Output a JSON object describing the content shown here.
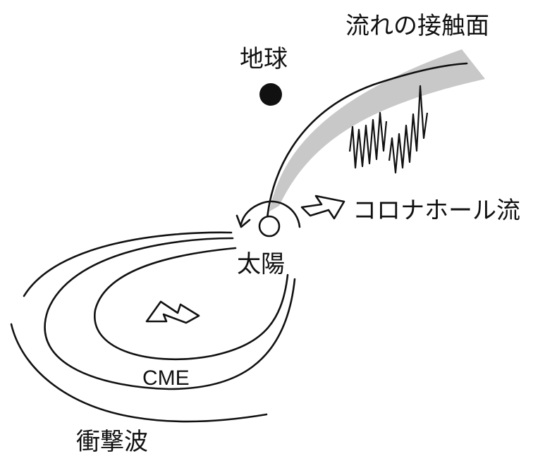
{
  "labels": {
    "contact_surface": "流れの接触面",
    "earth": "地球",
    "coronal_hole_flow": "コロナホール流",
    "sun": "太陽",
    "cme": "CME",
    "shock_wave": "衝撃波"
  },
  "colors": {
    "ink": "#111111",
    "contact_band": "#c8c8c8",
    "background": "#ffffff"
  },
  "icons": {
    "earth": "filled-circle",
    "sun": "open-circle",
    "flow_arrows": "outline-arrow"
  }
}
